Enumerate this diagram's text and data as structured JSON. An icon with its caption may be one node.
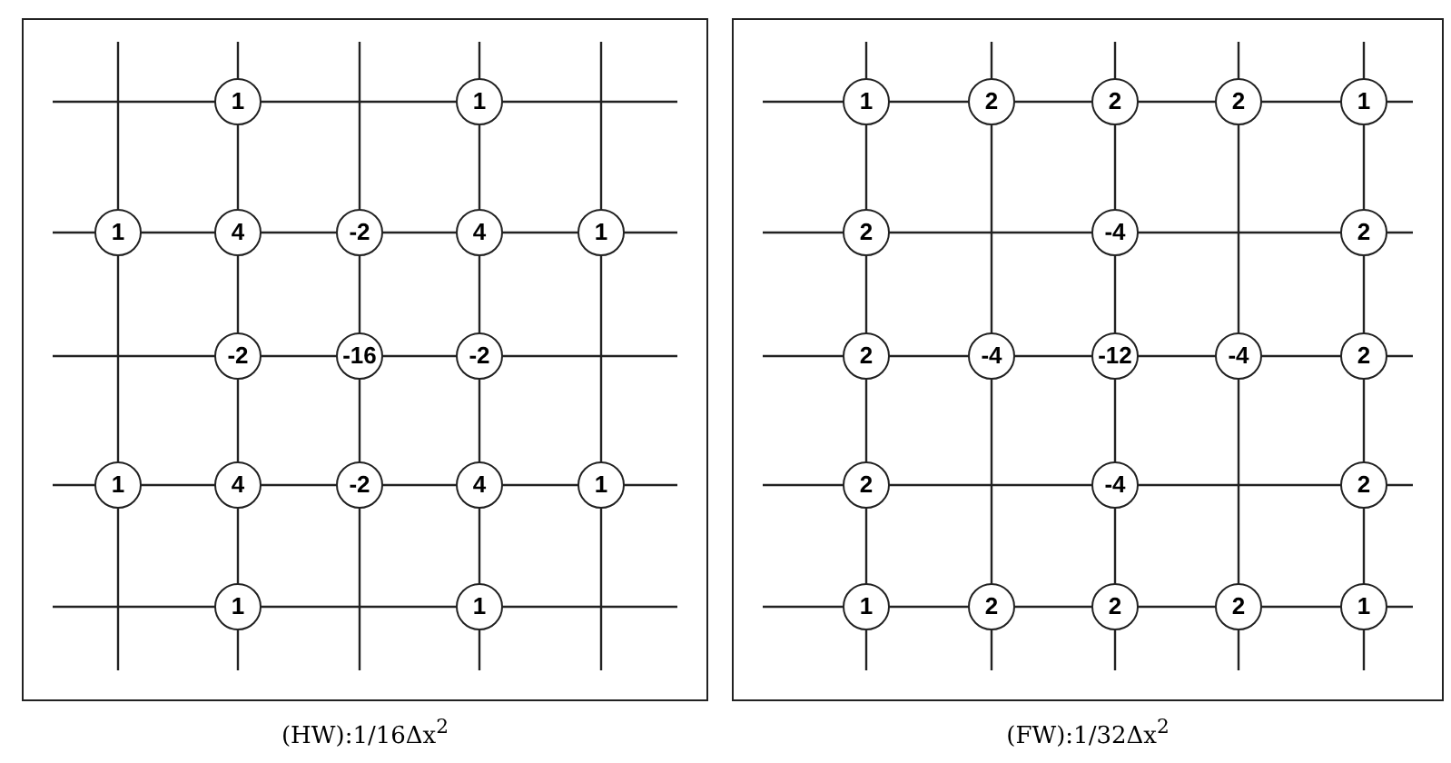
{
  "diagram": {
    "nodes": [
      {
        "text": [],
        "shape": "box",
        "beside": [
          "(HW):1/16Δx$^{2}$"
        ]
      },
      {
        "text": [
          "1"
        ],
        "in": 0
      },
      {
        "text": [
          "1"
        ],
        "in": 0
      },
      {
        "text": [
          "1"
        ],
        "in": 0
      },
      {
        "text": [
          "4"
        ],
        "in": 0
      },
      {
        "text": [
          "-2"
        ],
        "in": 0
      },
      {
        "text": [
          "4"
        ],
        "in": 0
      },
      {
        "text": [
          "1"
        ],
        "in": 0
      },
      {
        "text": [
          "-2"
        ],
        "in": 0
      },
      {
        "text": [
          "-16"
        ],
        "in": 0
      },
      {
        "text": [
          "-2"
        ],
        "in": 0
      },
      {
        "text": [
          "1"
        ],
        "in": 0
      },
      {
        "text": [
          "4"
        ],
        "in": 0
      },
      {
        "text": [
          "-2"
        ],
        "in": 0
      },
      {
        "text": [
          "4"
        ],
        "in": 0
      },
      {
        "text": [
          "1"
        ],
        "in": 0
      },
      {
        "text": [
          "1"
        ],
        "in": 0
      },
      {
        "text": [
          "1"
        ],
        "in": 0
      },
      {
        "text": [],
        "shape": "box",
        "beside": [
          "(FW):1/32Δx$^{2}$"
        ]
      },
      {
        "text": [
          "1"
        ],
        "in": 18
      },
      {
        "text": [
          "2"
        ],
        "in": 18
      },
      {
        "text": [
          "2"
        ],
        "in": 18
      },
      {
        "text": [
          "2"
        ],
        "in": 18
      },
      {
        "text": [
          "1"
        ],
        "in": 18
      },
      {
        "text": [
          "2"
        ],
        "in": 18
      },
      {
        "text": [
          "-4"
        ],
        "in": 18
      },
      {
        "text": [
          "2"
        ],
        "in": 18
      },
      {
        "text": [
          "2"
        ],
        "in": 18
      },
      {
        "text": [
          "-4"
        ],
        "in": 18
      },
      {
        "text": [
          "-12"
        ],
        "in": 18
      },
      {
        "text": [
          "-4"
        ],
        "in": 18
      },
      {
        "text": [
          "2"
        ],
        "in": 18
      },
      {
        "text": [
          "2"
        ],
        "in": 18
      },
      {
        "text": [
          "-4"
        ],
        "in": 18
      },
      {
        "text": [
          "2"
        ],
        "in": 18
      },
      {
        "text": [
          "1"
        ],
        "in": 18
      },
      {
        "text": [
          "2"
        ],
        "in": 18
      },
      {
        "text": [
          "2"
        ],
        "in": 18
      },
      {
        "text": [
          "2"
        ],
        "in": 18
      },
      {
        "text": [
          "1"
        ],
        "in": 18
      }
    ]
  }
}
